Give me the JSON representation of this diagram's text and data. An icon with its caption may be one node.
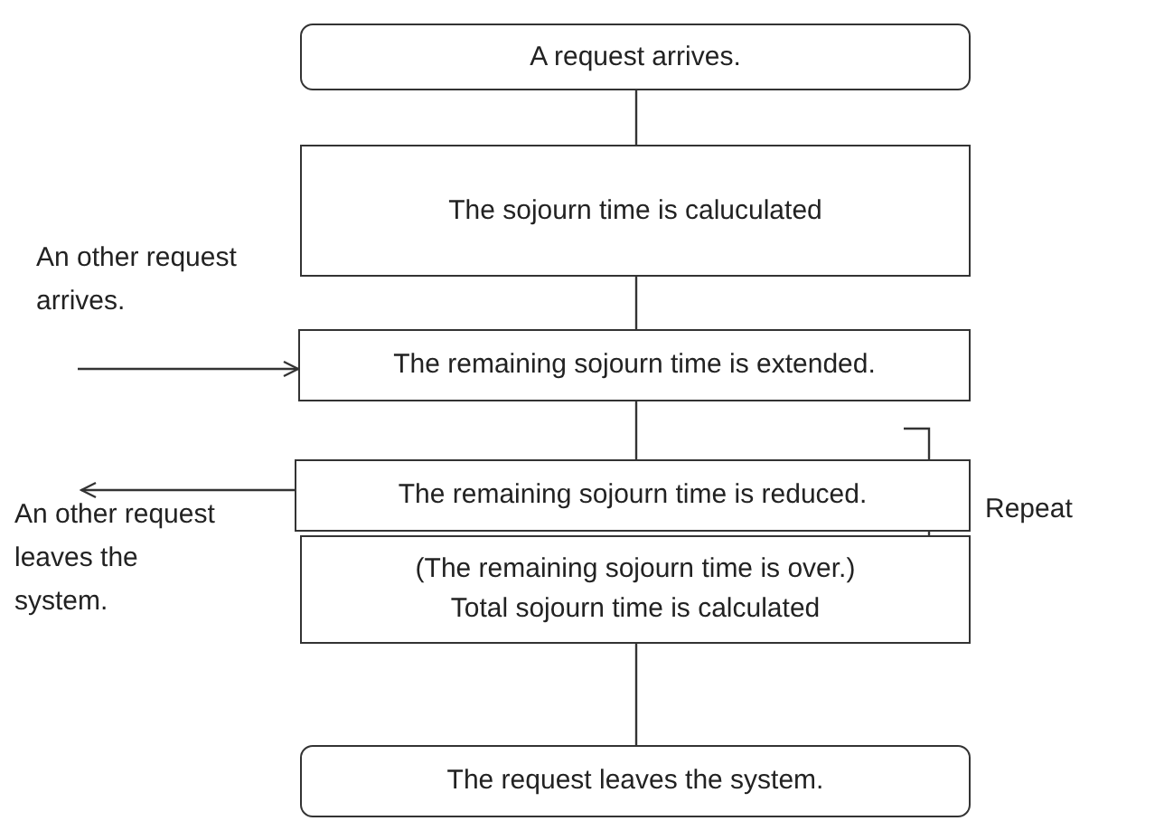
{
  "diagram": {
    "nodes": [
      {
        "text": [
          "A request arrives."
        ]
      },
      {
        "text": [
          "The sojourn time is caluculated"
        ]
      },
      {
        "text": [
          "An other request arrives."
        ]
      },
      {
        "text": [
          "The remaining sojourn time is extended."
        ]
      },
      {
        "text": [
          "The remaining sojourn time is reduced."
        ]
      },
      {
        "text": [
          "An other request leaves the system."
        ]
      },
      {
        "text": [
          "(The remaining sojourn time is over.)",
          "Total sojourn time is calculated"
        ]
      },
      {
        "text": [
          "The request leaves the system."
        ]
      }
    ],
    "edges": [
      {
        "from": 0,
        "to": 1,
        "arrow": "none"
      },
      {
        "from": 1,
        "to": 3,
        "arrow": "none"
      },
      {
        "from": 2,
        "to": 3,
        "arrow": "to"
      },
      {
        "from": 3,
        "to": 4,
        "arrow": "none"
      },
      {
        "from": 4,
        "to": 5,
        "arrow": "to"
      },
      {
        "from": 6,
        "to": 7,
        "arrow": "none"
      }
    ],
    "labels": [
      "Repeat"
    ]
  }
}
